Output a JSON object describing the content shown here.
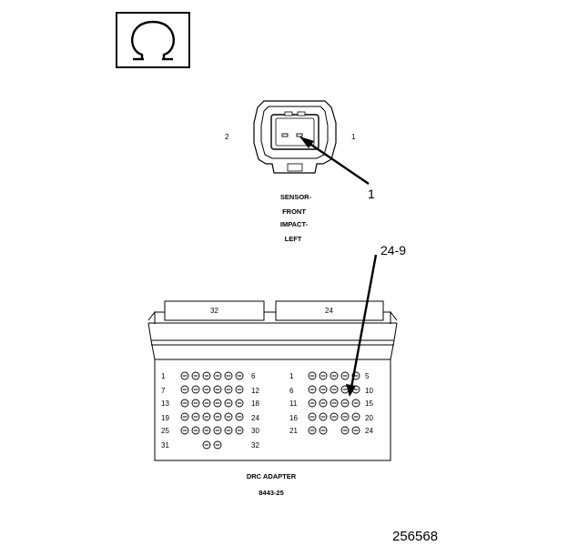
{
  "symbol": {
    "icon": "ohm-icon",
    "text": "Ω"
  },
  "sensor": {
    "label_lines": [
      "SENSOR-",
      "FRONT",
      "IMPACT-",
      "LEFT"
    ],
    "pin_left": "2",
    "pin_right": "1",
    "callout": "1"
  },
  "adapter": {
    "callout": "24-9",
    "header_left": "32",
    "header_right": "24",
    "left_block": {
      "start_labels": [
        "1",
        "7",
        "13",
        "19",
        "25",
        "31"
      ],
      "end_labels": [
        "6",
        "12",
        "18",
        "24",
        "30",
        "32"
      ],
      "pins_per_row": [
        6,
        6,
        6,
        6,
        6,
        2
      ]
    },
    "right_block": {
      "start_labels": [
        "1",
        "6",
        "11",
        "16",
        "21"
      ],
      "end_labels": [
        "5",
        "10",
        "15",
        "20",
        "24"
      ],
      "pins_per_row": [
        5,
        5,
        5,
        5,
        4
      ]
    },
    "title": "DRC ADAPTER",
    "part_number": "8443-25"
  },
  "figure_number": "256568"
}
